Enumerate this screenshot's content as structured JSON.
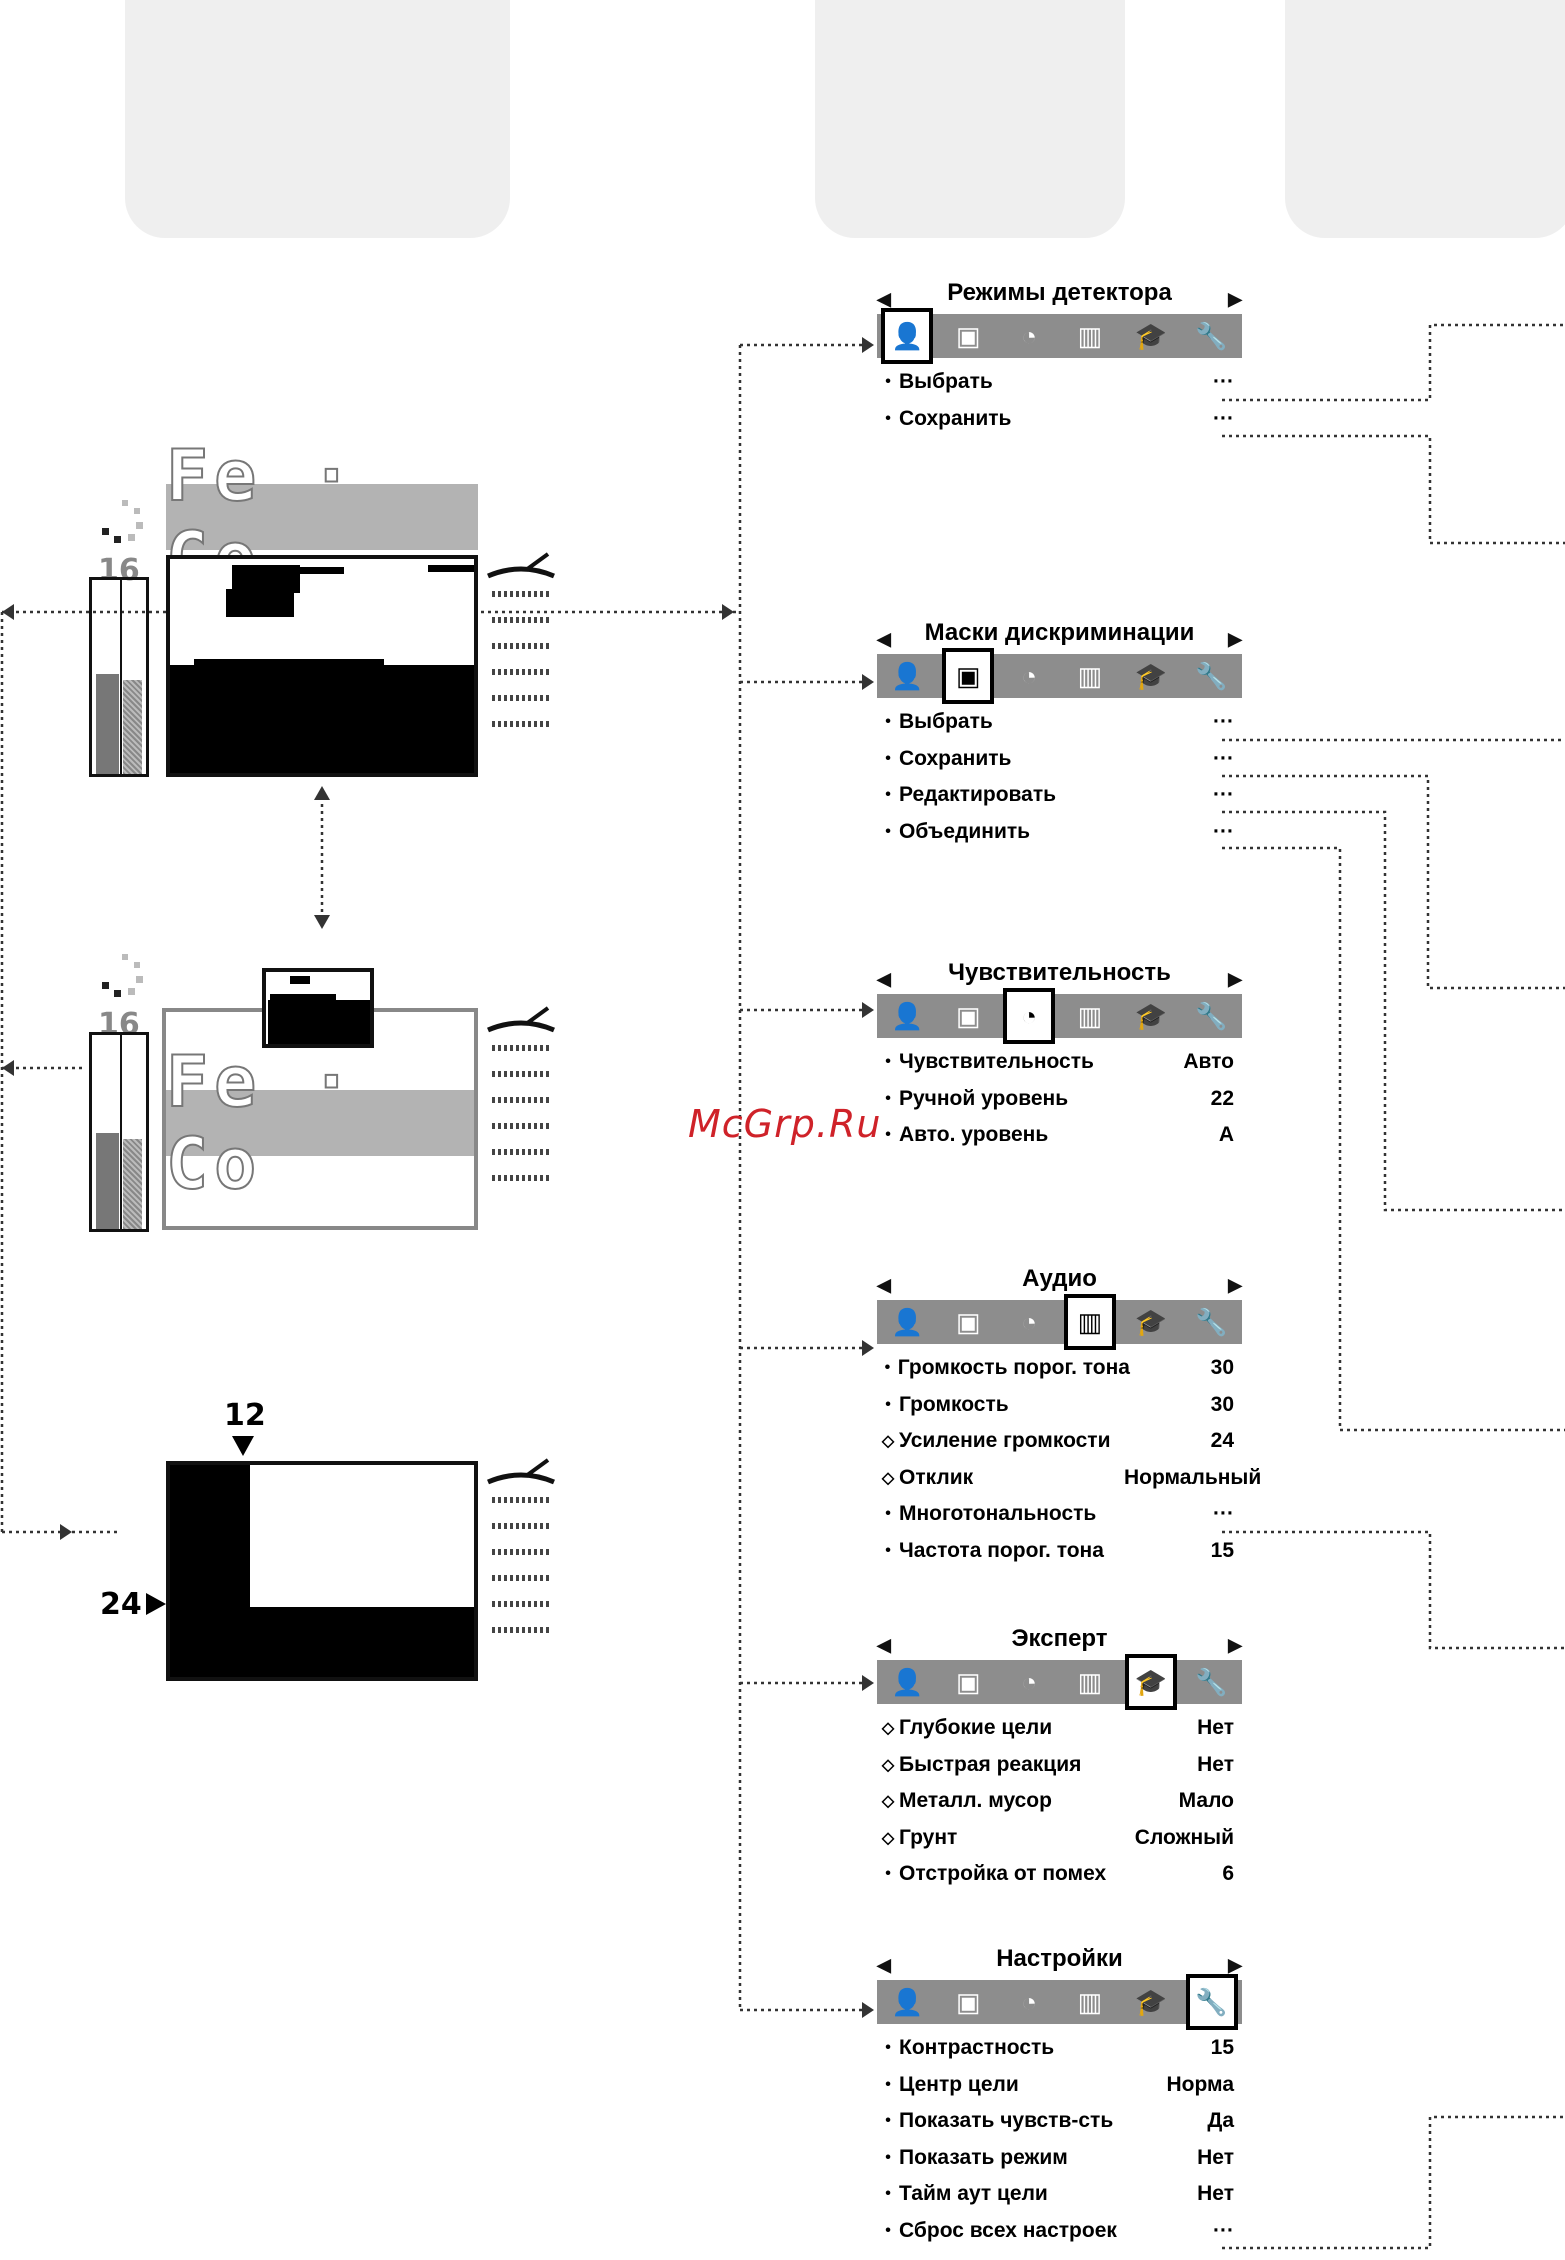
{
  "watermark": "McGrp.Ru",
  "screens": {
    "top": {
      "fe_label": "Fe · Co",
      "gauge_value": "16"
    },
    "middle": {
      "fe_label": "Fe · Co",
      "gauge_value": "16"
    },
    "bottom": {
      "marker_top": "12",
      "marker_left": "24"
    }
  },
  "menus": [
    {
      "title": "Режимы детектора",
      "selected_tab": 0,
      "items": [
        {
          "bullet": "•",
          "label": "Выбрать",
          "value": "···"
        },
        {
          "bullet": "•",
          "label": "Сохранить",
          "value": "···"
        }
      ]
    },
    {
      "title": "Маски дискриминации",
      "selected_tab": 1,
      "items": [
        {
          "bullet": "•",
          "label": "Выбрать",
          "value": "···"
        },
        {
          "bullet": "•",
          "label": "Сохранить",
          "value": "···"
        },
        {
          "bullet": "•",
          "label": "Редактировать",
          "value": "···"
        },
        {
          "bullet": "•",
          "label": "Объединить",
          "value": "···"
        }
      ]
    },
    {
      "title": "Чувствительность",
      "selected_tab": 2,
      "items": [
        {
          "bullet": "•",
          "label": "Чувствительность",
          "value": "Авто"
        },
        {
          "bullet": "•",
          "label": "Ручной уровень",
          "value": "22"
        },
        {
          "bullet": "•",
          "label": "Авто. уровень",
          "value": "А"
        }
      ]
    },
    {
      "title": "Аудио",
      "selected_tab": 3,
      "items": [
        {
          "bullet": "•",
          "label": "Громкость порог. тона",
          "value": "30"
        },
        {
          "bullet": "•",
          "label": "Громкость",
          "value": "30"
        },
        {
          "bullet": "◇",
          "label": "Усиление громкости",
          "value": "24"
        },
        {
          "bullet": "◇",
          "label": "Отклик",
          "value": "Нормальный"
        },
        {
          "bullet": "•",
          "label": "Многотональность",
          "value": "···"
        },
        {
          "bullet": "•",
          "label": "Частота порог. тона",
          "value": "15"
        }
      ]
    },
    {
      "title": "Эксперт",
      "selected_tab": 4,
      "items": [
        {
          "bullet": "◇",
          "label": "Глубокие цели",
          "value": "Нет"
        },
        {
          "bullet": "◇",
          "label": "Быстрая реакция",
          "value": "Нет"
        },
        {
          "bullet": "◇",
          "label": "Металл. мусор",
          "value": "Мало"
        },
        {
          "bullet": "◇",
          "label": "Грунт",
          "value": "Сложный"
        },
        {
          "bullet": "•",
          "label": "Отстройка от помех",
          "value": "6"
        }
      ]
    },
    {
      "title": "Настройки",
      "selected_tab": 5,
      "items": [
        {
          "bullet": "•",
          "label": "Контрастность",
          "value": "15"
        },
        {
          "bullet": "•",
          "label": "Центр цели",
          "value": "Норма"
        },
        {
          "bullet": "•",
          "label": "Показать чувств-сть",
          "value": "Да"
        },
        {
          "bullet": "•",
          "label": "Показать режим",
          "value": "Нет"
        },
        {
          "bullet": "•",
          "label": "Тайм аут цели",
          "value": "Нет"
        },
        {
          "bullet": "•",
          "label": "Сброс всех настроек",
          "value": "···"
        }
      ]
    }
  ],
  "tab_icons": [
    "person-icon",
    "discrimination-mask-icon",
    "sensitivity-dial-icon",
    "audio-bars-icon",
    "graduation-cap-icon",
    "wrench-icon"
  ]
}
